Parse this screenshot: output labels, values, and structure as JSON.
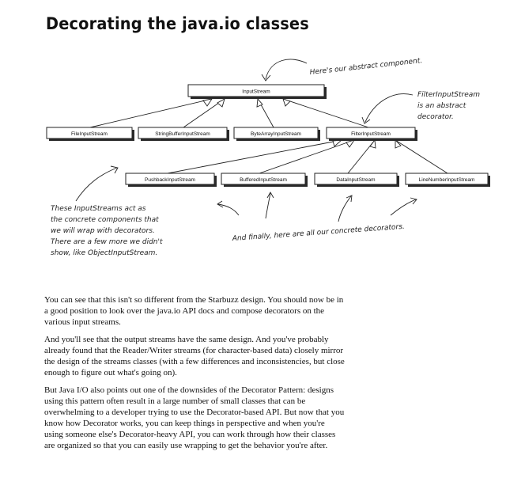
{
  "title": "Decorating the java.io classes",
  "classes": {
    "input_stream": "InputStream",
    "file_input_stream": "FileInputStream",
    "string_buffer_input_stream": "StringBufferInputStream",
    "byte_array_input_stream": "ByteArrayInputStream",
    "filter_input_stream": "FilterInputStream",
    "pushback_input_stream": "PushbackInputStream",
    "buffered_input_stream": "BufferedInputStream",
    "data_input_stream": "DataInputStream",
    "line_number_input_stream": "LineNumberInputStream"
  },
  "notes": {
    "abstract_component": "Here's our abstract component.",
    "abstract_decorator": [
      "FilterInputStream",
      "is an abstract",
      "decorator."
    ],
    "concrete_components": [
      "These InputStreams act as",
      "the concrete components that",
      "we will wrap with decorators.",
      "There are a few more we didn't",
      "show, like ObjectInputStream."
    ],
    "concrete_decorators": "And finally, here are all our concrete decorators."
  },
  "paragraphs": {
    "p1": "You can see that this isn't so different from the Starbuzz design. You should now be in a good position to look over the java.io API docs and compose decorators on the various input streams.",
    "p2": "And you'll see that the output streams have the same design. And you've probably already found that the Reader/Writer streams (for character-based data) closely mirror the design of the streams classes (with a few differences and inconsistencies, but close enough to figure out what's going on).",
    "p3": "But Java I/O also points out one of the downsides of the Decorator Pattern: designs using this pattern often result in a large number of small classes that can be overwhelming to a developer trying to use the Decorator-based API. But now that you know how Decorator works, you can keep things in perspective and when you're using someone else's Decorator-heavy API, you can work through how their classes are organized so that you can easily use wrapping to get the behavior you're after."
  }
}
